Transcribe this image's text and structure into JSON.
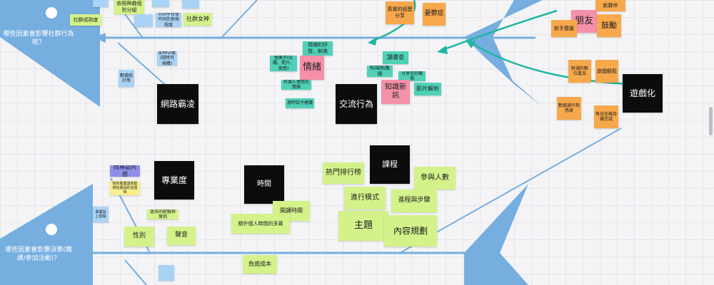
{
  "questions": {
    "social": "哪些因素會影響社群行為呢？",
    "decision": "哪些因素會影響決策(購課/參加活動)？"
  },
  "black_notes": {
    "bullying": "網路霸凌",
    "exchange": "交流行為",
    "gamification": "遊戲化",
    "professional": "專業度",
    "time": "時間",
    "course": "課程"
  },
  "notes": {
    "popular_match": "依照興趣個別分組",
    "community_maturity": "社群成熟度",
    "community_goddess": "社群女神",
    "unequal_posting": "不同平台發不同的參與程度",
    "timely_feedback": "即時中獎(隨時可換購)",
    "private_msg": "數據統計等",
    "rt_small_1": "",
    "emotion_triggers": "情緒的抒發、幹譙",
    "emotion": "情緒",
    "fame": "愛面子(炫耀、提升、笑感)",
    "personal_anger": "有個人憤怒的情緒",
    "pressure_suggest": "適時給予建議",
    "reading": "讀書會",
    "knowledge_gain": "知識點獲得",
    "share_experience": "分享你的職場",
    "knowledge_new": "知識新訊",
    "video_analysis": "影片解析",
    "real_experience": "真實的經歷分享",
    "depression": "憂鬱症",
    "new_friends": "新夥伴",
    "friends": "朋友",
    "newcomer": "新手聲援",
    "encourage": "鼓勵",
    "new_digital": "新潮的數位產品",
    "easy_relax": "遊戲輕鬆",
    "data_ops": "數據操作熟悉度",
    "daily_tasks": "每日任務持續完成",
    "find_identity": "找尋認同感",
    "yellow_small": "他的專業讓我能夠信服說的話值得",
    "blue_small": "專業加上經驗",
    "past_experience": "過去的經驗與案例",
    "gender": "性別",
    "voice": "聲音",
    "extra_time": "額外個人時間的多寡",
    "open_time": "開課時間",
    "burden_cost": "負擔成本",
    "hot_ranking": "熱門排行榜",
    "participants": "參與人數",
    "progress_mode": "進行模式",
    "process_steps": "進程與步驟",
    "topic": "主題",
    "content_plan": "內容規劃"
  },
  "colors": {
    "fish_blue": "#76aee0",
    "teal_arrow": "#1fb5a2",
    "green_note": "#d4f28a",
    "orange_note": "#f7a84b",
    "pink_note": "#f490a8",
    "black_note": "#0c0c0c"
  }
}
